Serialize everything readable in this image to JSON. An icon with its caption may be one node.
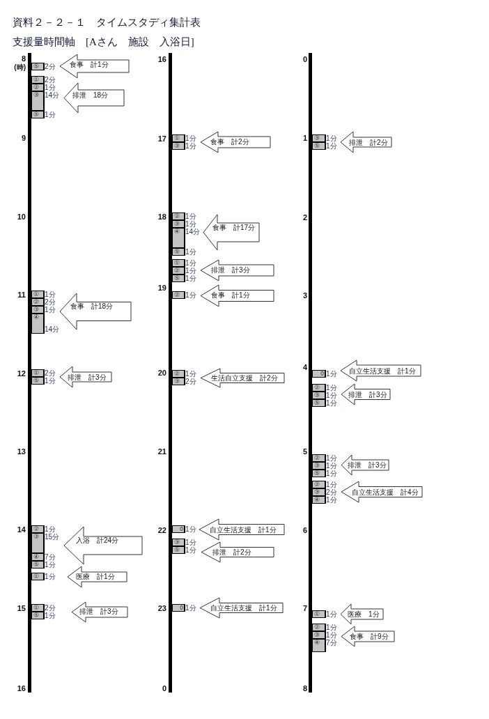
{
  "diagram": {
    "title": "資料２－２－１　タイムスタディ集計表",
    "nodes": [
      {
        "text": [
          "⑤"
        ],
        "beside": [
          "2分"
        ]
      },
      {
        "text": [
          "食事　計1分"
        ]
      },
      {
        "text": [
          "①"
        ],
        "beside": [
          "2分"
        ]
      },
      {
        "text": [
          "②"
        ],
        "beside": [
          "1分"
        ]
      },
      {
        "text": [
          "③"
        ],
        "beside": [
          "14分"
        ]
      },
      {
        "text": [
          "⑤"
        ],
        "beside": [
          "1分"
        ]
      },
      {
        "text": [
          "排泄　18分"
        ]
      },
      {
        "text": [
          "①"
        ],
        "beside": [
          "1分"
        ]
      },
      {
        "text": [
          "②"
        ],
        "beside": [
          "2分"
        ]
      },
      {
        "text": [
          "③"
        ],
        "beside": [
          "1分"
        ]
      },
      {
        "text": [
          "④"
        ],
        "beside": [
          "14分"
        ]
      },
      {
        "text": [
          "食事　計18分"
        ]
      },
      {
        "text": [
          "①"
        ],
        "beside": [
          "2分"
        ]
      },
      {
        "text": [
          "⑤"
        ],
        "beside": [
          "1分"
        ]
      },
      {
        "text": [
          "排泄　計3分"
        ]
      },
      {
        "text": [
          "②"
        ],
        "beside": [
          "1分"
        ]
      },
      {
        "text": [
          "③"
        ],
        "beside": [
          "15分"
        ]
      },
      {
        "text": [
          "④"
        ],
        "beside": [
          "7分"
        ]
      },
      {
        "text": [
          "⑤"
        ],
        "beside": [
          "1分"
        ]
      },
      {
        "text": [
          "入浴　計24分"
        ]
      },
      {
        "text": [
          "①"
        ],
        "beside": [
          "1分"
        ]
      },
      {
        "text": [
          "医療　計1分"
        ]
      },
      {
        "text": [
          "①"
        ],
        "beside": [
          "2分"
        ]
      },
      {
        "text": [
          "⑤"
        ],
        "beside": [
          "1分"
        ]
      },
      {
        "text": [
          "排泄　計3分"
        ]
      },
      {
        "text": [
          "①"
        ],
        "beside": [
          "1分"
        ]
      },
      {
        "text": [
          "③"
        ],
        "beside": [
          "1分"
        ]
      },
      {
        "text": [
          "食事　計2分"
        ]
      },
      {
        "text": [
          "②"
        ],
        "beside": [
          "1分"
        ]
      },
      {
        "text": [
          "③"
        ],
        "beside": [
          "1分"
        ]
      },
      {
        "text": [
          "④"
        ],
        "beside": [
          "14分"
        ]
      },
      {
        "text": [
          "⑤"
        ],
        "beside": [
          "1分"
        ]
      },
      {
        "text": [
          "食事　計17分"
        ]
      },
      {
        "text": [
          "①"
        ],
        "beside": [
          "1分"
        ]
      },
      {
        "text": [
          "②"
        ],
        "beside": [
          "1分"
        ]
      },
      {
        "text": [
          "⑤"
        ],
        "beside": [
          "1分"
        ]
      },
      {
        "text": [
          "排泄　計3分"
        ]
      },
      {
        "text": [
          "②"
        ],
        "beside": [
          "1分"
        ]
      },
      {
        "text": [
          "食事　計1分"
        ]
      },
      {
        "text": [
          "②"
        ],
        "beside": [
          "1分"
        ]
      },
      {
        "text": [
          "③"
        ],
        "beside": [
          "2分"
        ]
      },
      {
        "text": [
          "生活自立支援　計2分"
        ]
      },
      {
        "text": [
          "0"
        ],
        "beside": [
          "1分"
        ]
      },
      {
        "text": [
          "自立生活支援　計1分"
        ]
      },
      {
        "text": [
          "③"
        ],
        "beside": [
          "1分"
        ]
      },
      {
        "text": [
          "⑤"
        ],
        "beside": [
          "1分"
        ]
      },
      {
        "text": [
          "排泄　計2分"
        ]
      },
      {
        "text": [
          "0"
        ],
        "beside": [
          "1分"
        ]
      },
      {
        "text": [
          "自立生活支援　計1分"
        ]
      },
      {
        "text": [
          "③"
        ],
        "beside": [
          "1分"
        ]
      },
      {
        "text": [
          "⑤"
        ],
        "beside": [
          "1分"
        ]
      },
      {
        "text": [
          "排泄　計2分"
        ]
      },
      {
        "text": [
          "0"
        ],
        "beside": [
          "1分"
        ]
      },
      {
        "text": [
          "自立生活支援　計1分"
        ]
      },
      {
        "text": [
          "②"
        ],
        "beside": [
          "1分"
        ]
      },
      {
        "text": [
          "③"
        ],
        "beside": [
          "1分"
        ]
      },
      {
        "text": [
          "⑤"
        ],
        "beside": [
          "1分"
        ]
      },
      {
        "text": [
          "排泄　計3分"
        ]
      },
      {
        "text": [
          "②"
        ],
        "beside": [
          "1分"
        ]
      },
      {
        "text": [
          "③"
        ],
        "beside": [
          "1分"
        ]
      },
      {
        "text": [
          "⑤"
        ],
        "beside": [
          "1分"
        ]
      },
      {
        "text": [
          "排泄　計3分"
        ]
      },
      {
        "text": [
          "②"
        ],
        "beside": [
          "1分"
        ]
      },
      {
        "text": [
          "③"
        ],
        "beside": [
          "2分"
        ]
      },
      {
        "text": [
          "④"
        ],
        "beside": [
          "1分"
        ]
      },
      {
        "text": [
          "自立生活支援　計4分"
        ]
      },
      {
        "text": [
          "①"
        ],
        "beside": [
          "1分"
        ]
      },
      {
        "text": [
          "医療　1分"
        ]
      },
      {
        "text": [
          "②"
        ],
        "beside": [
          "1分"
        ]
      },
      {
        "text": [
          "③"
        ],
        "beside": [
          "1分"
        ]
      },
      {
        "text": [
          "④"
        ],
        "beside": [
          "7分"
        ]
      },
      {
        "text": [
          "食事　計9分"
        ]
      }
    ],
    "labels": [
      "支援量時間軸　[Aさん　施設　入浴日]",
      "8",
      "(時)",
      "9",
      "10",
      "11",
      "12",
      "13",
      "14",
      "15",
      "16",
      "16",
      "17",
      "18",
      "19",
      "20",
      "21",
      "22",
      "23",
      "0",
      "0",
      "1",
      "2",
      "3",
      "4",
      "5",
      "6",
      "7",
      "8"
    ]
  }
}
